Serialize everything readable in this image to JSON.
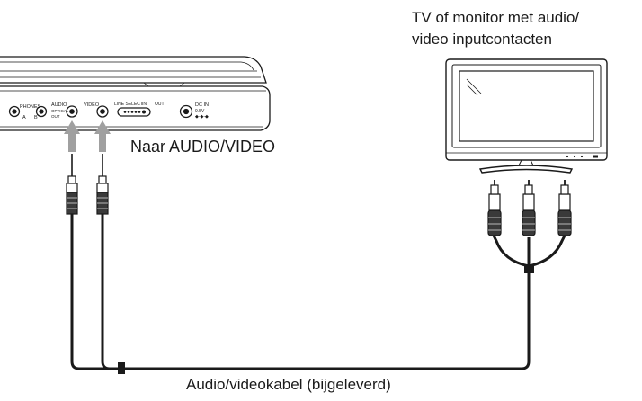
{
  "labels": {
    "tv_line1": "TV of monitor met audio/",
    "tv_line2": "video inputcontacten",
    "connector_target": "Naar AUDIO/VIDEO",
    "cable_caption": "Audio/videokabel (bijgeleverd)"
  },
  "panel_labels": {
    "phones": "PHONES",
    "phones_a": "A",
    "phones_b": "B",
    "audio": "AUDIO",
    "optical": "OPTICAL",
    "out": "OUT",
    "video": "VIDEO",
    "line_select": "LINE SELECT",
    "in": "IN",
    "out2": "OUT",
    "dc_in": "DC IN",
    "voltage": "9.5V"
  },
  "colors": {
    "line": "#1a1a1a",
    "arrow": "#a0a0a0",
    "plug_dark": "#3a3a3a",
    "plug_light": "#d8d8d8"
  }
}
